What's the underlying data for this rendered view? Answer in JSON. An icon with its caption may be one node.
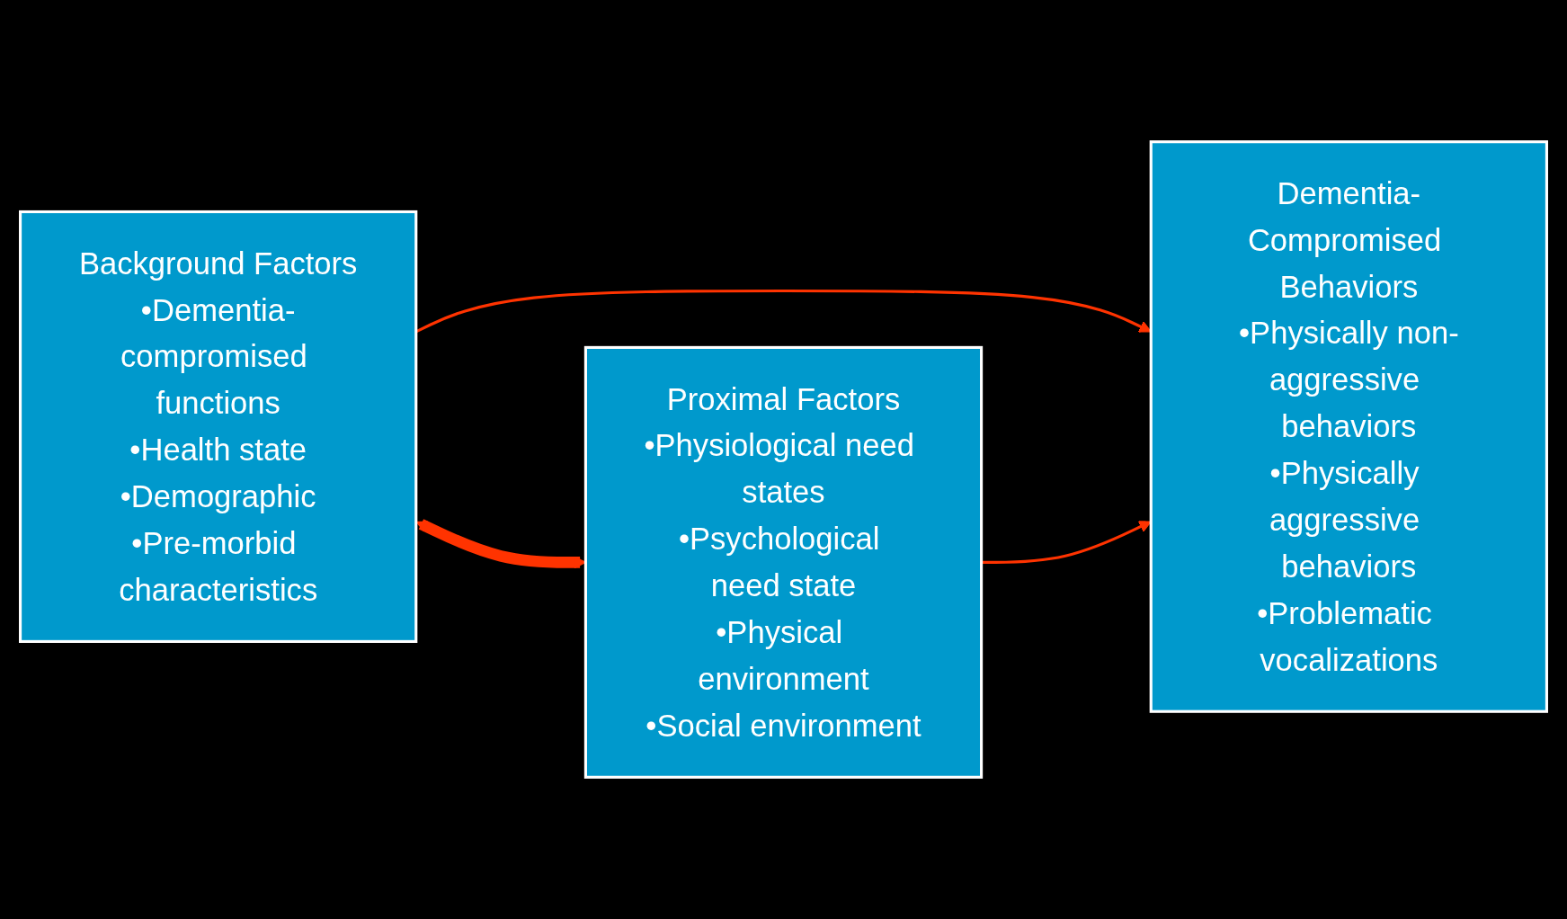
{
  "diagram": {
    "nodes": [
      {
        "text": [
          "Background Factors",
          "•Dementia-compromised functions",
          "•Health state",
          "•Demographic",
          "•Pre-morbid characteristics"
        ]
      },
      {
        "text": [
          "Proximal Factors",
          "•Physiological need states",
          "•Psychological need state",
          "•Physical environment",
          "•Social environment"
        ]
      },
      {
        "text": [
          "Dementia-Compromised Behaviors",
          "•Physically non-aggressive behaviors",
          "•Physically aggressive behaviors",
          "•Problematic vocalizations"
        ]
      }
    ],
    "edges": [
      {
        "from": 0,
        "to": 2,
        "arrow": "to",
        "color": "#ff3300"
      },
      {
        "from": 0,
        "to": 1,
        "arrow": "both",
        "style": "thick",
        "color": "#ff3300"
      },
      {
        "from": 1,
        "to": 2,
        "arrow": "to",
        "color": "#ff3300"
      }
    ]
  }
}
